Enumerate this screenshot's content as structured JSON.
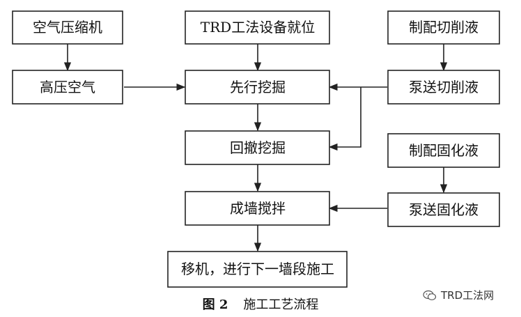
{
  "nodes": {
    "air_compressor": "空气压缩机",
    "trd_setup": "TRD工法设备就位",
    "prep_cutting": "制配切削液",
    "high_pressure_air": "高压空气",
    "first_excavation": "先行挖掘",
    "pump_cutting": "泵送切削液",
    "back_excavation": "回撤挖掘",
    "prep_solidify": "制配固化液",
    "wall_mixing": "成墙搅拌",
    "pump_solidify": "泵送固化液",
    "move_next": "移机，进行下一墙段施工"
  },
  "caption": {
    "figure": "图 2",
    "title": "施工工艺流程"
  },
  "watermark": "TRD工法网"
}
